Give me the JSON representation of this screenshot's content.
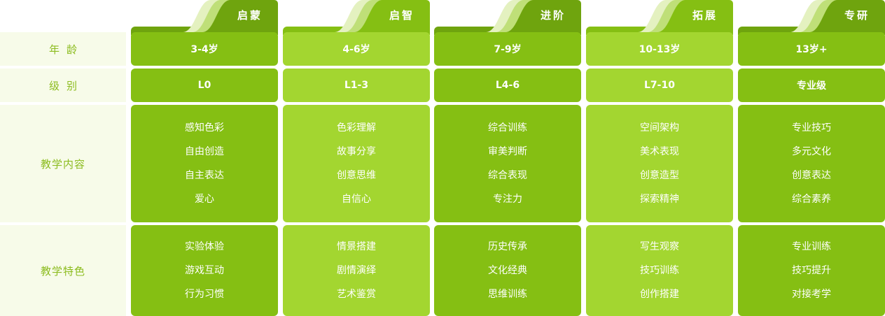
{
  "row_labels": {
    "age": "年龄",
    "level": "级别",
    "content": "教学内容",
    "features": "教学特色"
  },
  "colors": {
    "dark_green": "#85bf13",
    "light_green": "#a3d630",
    "tab_dark": "#6fa40e",
    "label_bg": "#f7fbe9",
    "label_text": "#8cbc1f"
  },
  "columns": [
    {
      "name": "启蒙",
      "age": "3-4岁",
      "level": "L0",
      "content": [
        "感知色彩",
        "自由创造",
        "自主表达",
        "爱心"
      ],
      "features": [
        "实验体验",
        "游戏互动",
        "行为习惯"
      ]
    },
    {
      "name": "启智",
      "age": "4-6岁",
      "level": "L1-3",
      "content": [
        "色彩理解",
        "故事分享",
        "创意思维",
        "自信心"
      ],
      "features": [
        "情景搭建",
        "剧情演绎",
        "艺术鉴赏"
      ]
    },
    {
      "name": "进阶",
      "age": "7-9岁",
      "level": "L4-6",
      "content": [
        "综合训练",
        "审美判断",
        "综合表现",
        "专注力"
      ],
      "features": [
        "历史传承",
        "文化经典",
        "思维训练"
      ]
    },
    {
      "name": "拓展",
      "age": "10-13岁",
      "level": "L7-10",
      "content": [
        "空间架构",
        "美术表现",
        "创意造型",
        "探索精神"
      ],
      "features": [
        "写生观察",
        "技巧训练",
        "创作搭建"
      ]
    },
    {
      "name": "专研",
      "age": "13岁+",
      "level": "专业级",
      "content": [
        "专业技巧",
        "多元文化",
        "创意表达",
        "综合素养"
      ],
      "features": [
        "专业训练",
        "技巧提升",
        "对接考学"
      ]
    }
  ]
}
